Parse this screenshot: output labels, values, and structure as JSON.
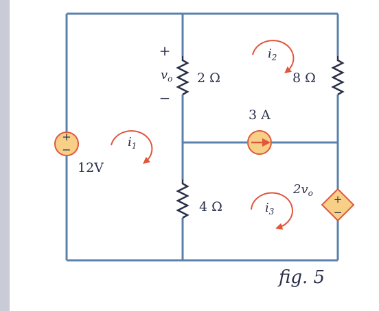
{
  "colors": {
    "wire": "#5a80ad",
    "component": "#2a2f4a",
    "source_fill": "#f8cf86",
    "source_stroke": "#e0563c",
    "arrow": "#e0563c",
    "text": "#2a2f4a",
    "side_strip": "#c9ccd6"
  },
  "labels": {
    "vo_plus": "+",
    "vo_symbol": "v",
    "vo_sub": "o",
    "vo_minus": "−",
    "r2": "2 Ω",
    "r8": "8 Ω",
    "r4": "4 Ω",
    "current_source": "3 A",
    "voltage_source": "12V",
    "dep_source_coef": "2",
    "dep_source_var": "v",
    "dep_source_sub": "o",
    "mesh1_var": "i",
    "mesh1_sub": "1",
    "mesh2_var": "i",
    "mesh2_sub": "2",
    "mesh3_var": "i",
    "mesh3_sub": "3",
    "source_plus": "+",
    "source_minus": "−",
    "figure": "fig. 5"
  }
}
